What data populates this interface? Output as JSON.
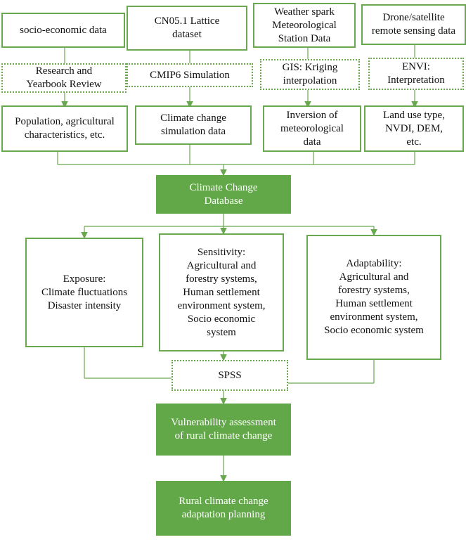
{
  "sources": {
    "socio": "socio-economic data",
    "cn05": "CN05.1 Lattice\ndataset",
    "weather": "Weather spark\nMeteorological\nStation Data",
    "drone": "Drone/satellite\nremote sensing data"
  },
  "methods": {
    "research": "Research and\nYearbook Review",
    "cmip6": "CMIP6 Simulation",
    "gis": "GIS: Kriging\ninterpolation",
    "envi": "ENVI:\nInterpretation"
  },
  "outputs": {
    "population": "Population, agricultural\ncharacteristics, etc.",
    "climate_sim": "Climate change\nsimulation data",
    "inversion": "Inversion of\nmeteorological\ndata",
    "land_use": "Land use type,\nNVDI, DEM,\netc."
  },
  "database": "Climate Change\nDatabase",
  "indicators": {
    "exposure": "Exposure:\nClimate fluctuations\nDisaster intensity",
    "sensitivity": "Sensitivity:\nAgricultural and\nforestry systems,\nHuman settlement\nenvironment system,\nSocio economic\nsystem",
    "adaptability": "Adaptability:\nAgricultural and\nforestry systems,\nHuman settlement\nenvironment system,\nSocio economic system"
  },
  "spss": "SPSS",
  "assessment": "Vulnerability assessment\nof rural climate change",
  "planning": "Rural climate change\nadaptation planning",
  "colors": {
    "accent": "#6aa84f",
    "fill": "#62a848",
    "text_on_fill": "#ffffff"
  }
}
